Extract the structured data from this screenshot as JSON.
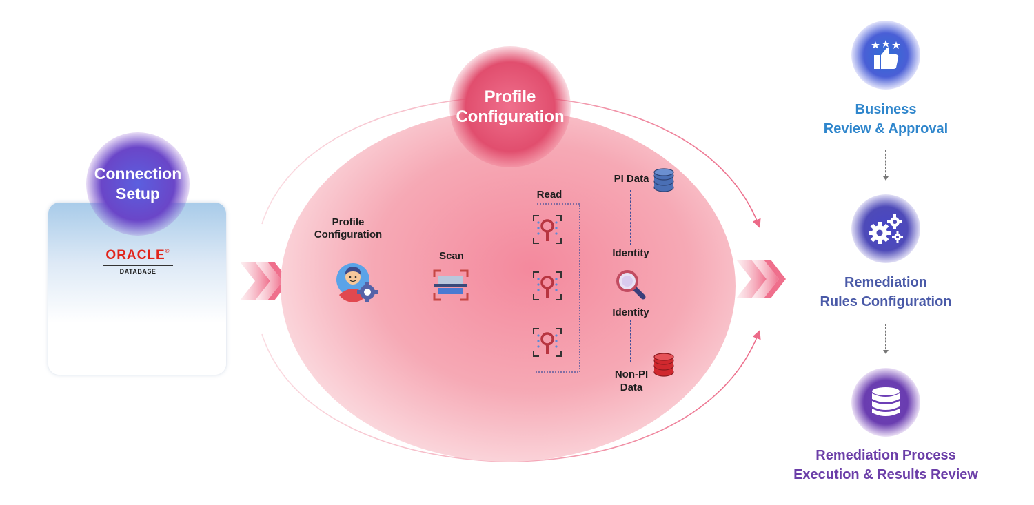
{
  "connection": {
    "title_line1": "Connection",
    "title_line2": "Setup",
    "logo_text": "ORACLE",
    "logo_sub": "DATABASE"
  },
  "profile": {
    "bubble_line1": "Profile",
    "bubble_line2": "Configuration",
    "label_line1": "Profile",
    "label_line2": "Configuration",
    "scan": "Scan",
    "read": "Read",
    "pi_data": "PI Data",
    "identity_top": "Identity",
    "identity_bottom": "Identity",
    "non_pi_line1": "Non-PI",
    "non_pi_line2": "Data"
  },
  "steps": [
    {
      "line1": "Business",
      "line2": "Review & Approval",
      "icon": "thumbs-up-stars-icon"
    },
    {
      "line1": "Remediation",
      "line2": "Rules Configuration",
      "icon": "gears-icon"
    },
    {
      "line1": "Remediation Process",
      "line2": "Execution & Results Review",
      "icon": "database-icon"
    }
  ],
  "colors": {
    "pink": "#e14e6e",
    "step1": "#2f86cc",
    "step2": "#4a5aa8",
    "step3": "#6b3ea8"
  }
}
